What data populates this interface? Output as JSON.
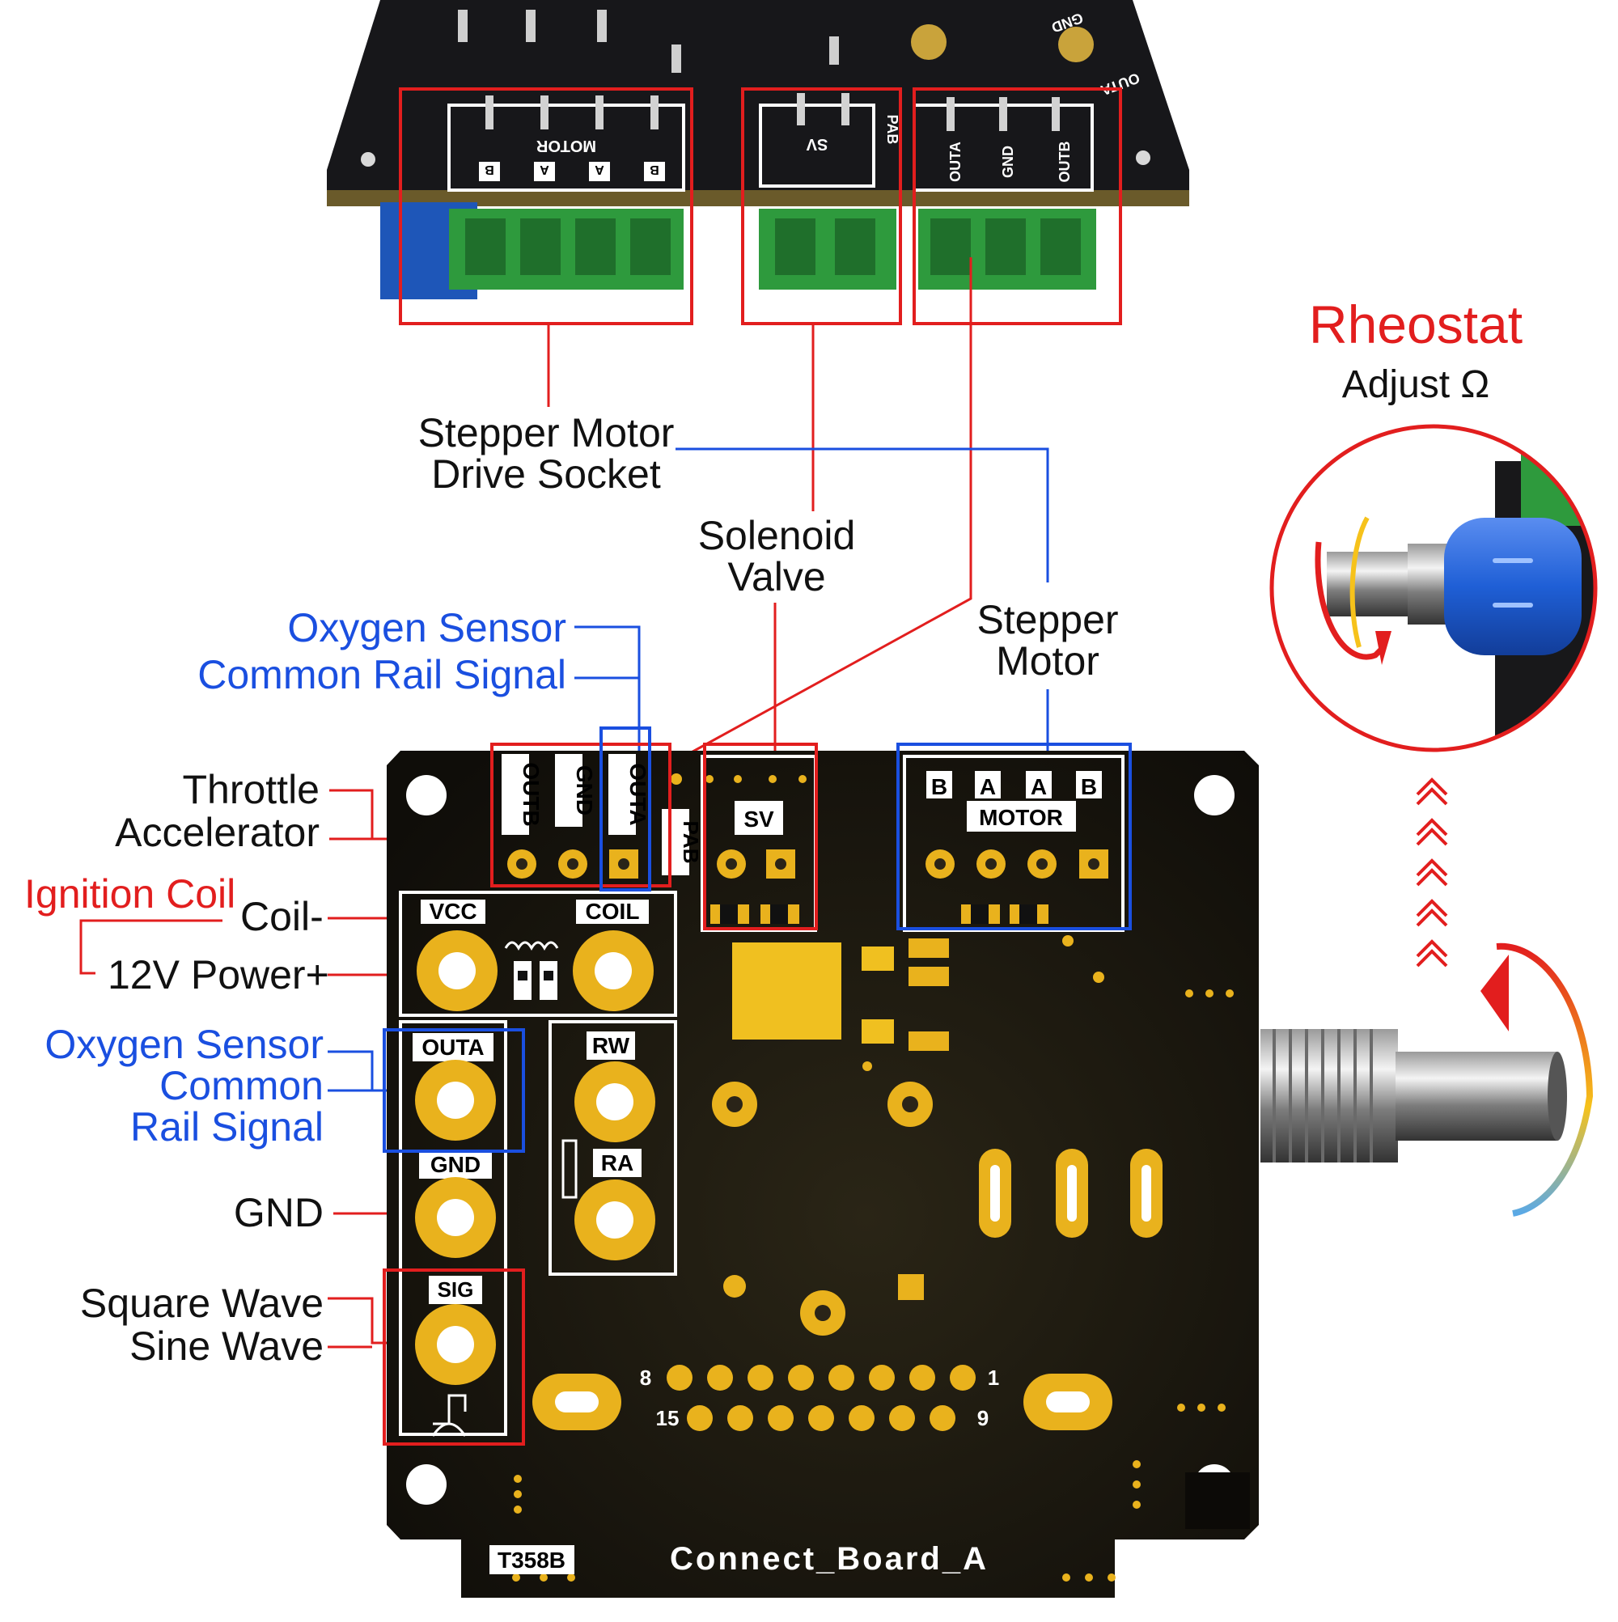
{
  "top_board": {
    "motor_header": [
      "B",
      "A",
      "A",
      "B"
    ],
    "motor_title": "MOTOR",
    "sv_label": "SV",
    "pab_label": "PAB",
    "out_labels": [
      "OUTA",
      "GND",
      "OUTB"
    ],
    "gnd_label": "GND",
    "outa_label": "OUTA"
  },
  "callouts": {
    "stepper_socket": [
      "Stepper Motor",
      "Drive Socket"
    ],
    "solenoid": [
      "Solenoid",
      "Valve"
    ],
    "stepper_motor": [
      "Stepper",
      "Motor"
    ],
    "oxygen_top": [
      "Oxygen Sensor",
      "Common Rail Signal"
    ],
    "throttle": [
      "Throttle",
      "Accelerator"
    ],
    "ignition": "Ignition Coil",
    "coil_minus": "Coil-",
    "power_12v": "12V Power+",
    "oxygen_left": [
      "Oxygen Sensor",
      "Common",
      "Rail Signal"
    ],
    "gnd": "GND",
    "wave": [
      "Square Wave",
      "Sine Wave"
    ]
  },
  "rheostat": {
    "title": "Rheostat",
    "subtitle": "Adjust Ω"
  },
  "pcb": {
    "top_header": [
      "OUTB",
      "GND",
      "OUTA"
    ],
    "pab": "PAB",
    "sv": "SV",
    "motor_pins": [
      "B",
      "A",
      "A",
      "B"
    ],
    "motor_title": "MOTOR",
    "vcc": "VCC",
    "coil": "COIL",
    "outa": "OUTA",
    "rw": "RW",
    "ra": "RA",
    "gnd": "GND",
    "sig": "SIG",
    "pin_8": "8",
    "pin_1": "1",
    "pin_15": "15",
    "pin_9": "9",
    "model": "T358B",
    "board_name": "Connect_Board_A"
  },
  "colors": {
    "annotation_red": "#e21e1e",
    "annotation_blue": "#1a4fe0",
    "pcb_black": "#14110c",
    "pad_gold": "#e9b21d",
    "terminal_green": "#2e9a3d",
    "knob_blue": "#1f5fd6"
  }
}
